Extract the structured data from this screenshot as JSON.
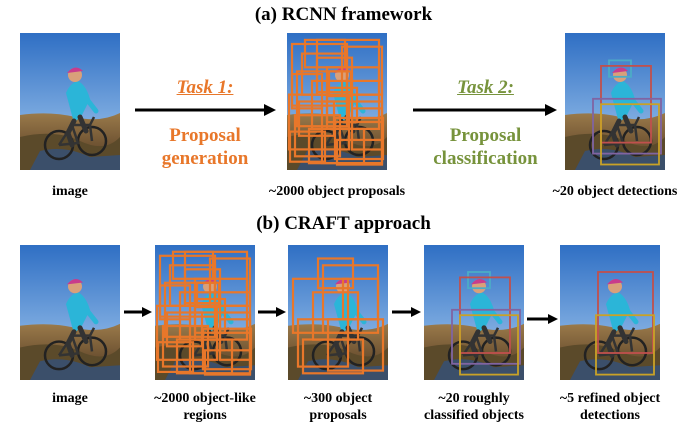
{
  "section_a": {
    "title": "(a) RCNN framework",
    "captions": [
      "image",
      "~2000 object proposals",
      "~20 object detections"
    ],
    "task1": {
      "title": "Task 1:",
      "line1": "Proposal",
      "line2": "generation",
      "color": "#e8772a"
    },
    "task2": {
      "title": "Task 2:",
      "line1": "Proposal",
      "line2": "classification",
      "color": "#77933c"
    }
  },
  "section_b": {
    "title": "(b) CRAFT approach",
    "captions": [
      [
        "image",
        ""
      ],
      [
        "~2000 object-like",
        "regions"
      ],
      [
        "~300 object",
        "proposals"
      ],
      [
        "~20 roughly",
        "classified objects"
      ],
      [
        "~5 refined object",
        "detections"
      ]
    ]
  },
  "colors": {
    "proposal_box": "#e8772a",
    "detection_boxes": [
      "#4bacc6",
      "#c0504d",
      "#8064a2",
      "#c9a227"
    ]
  }
}
